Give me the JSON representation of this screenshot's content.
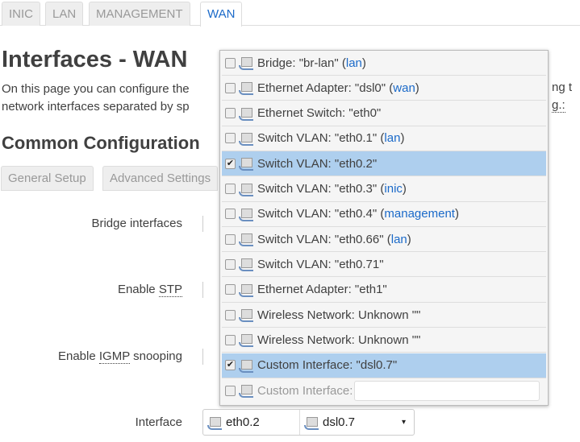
{
  "tabs": [
    "INIC",
    "LAN",
    "MANAGEMENT",
    "WAN"
  ],
  "title": "Interfaces - WAN",
  "description": {
    "line1": "On this page you can configure the",
    "line2": "network interfaces separated by sp",
    "line1_end": "ng t",
    "line2_end": "g.:"
  },
  "section": "Common Configuration",
  "subtabs": [
    "General Setup",
    "Advanced Settings"
  ],
  "labels": {
    "bridge": "Bridge interfaces",
    "stp_pre": "Enable ",
    "stp": "STP",
    "igmp_pre": "Enable ",
    "igmp": "IGMP",
    "igmp_post": " snooping",
    "interface": "Interface"
  },
  "dropdown": [
    {
      "text": "Bridge: \"br-lan\"",
      "net": "lan",
      "checked": false
    },
    {
      "text": "Ethernet Adapter: \"dsl0\"",
      "net": "wan",
      "checked": false
    },
    {
      "text": "Ethernet Switch: \"eth0\"",
      "net": "",
      "checked": false
    },
    {
      "text": "Switch VLAN: \"eth0.1\"",
      "net": "lan",
      "checked": false
    },
    {
      "text": "Switch VLAN: \"eth0.2\"",
      "net": "",
      "checked": true
    },
    {
      "text": "Switch VLAN: \"eth0.3\"",
      "net": "inic",
      "checked": false
    },
    {
      "text": "Switch VLAN: \"eth0.4\"",
      "net": "management",
      "checked": false
    },
    {
      "text": "Switch VLAN: \"eth0.66\"",
      "net": "lan",
      "checked": false
    },
    {
      "text": "Switch VLAN: \"eth0.71\"",
      "net": "",
      "checked": false
    },
    {
      "text": "Ethernet Adapter: \"eth1\"",
      "net": "",
      "checked": false
    },
    {
      "text": "Wireless Network: Unknown \"\"",
      "net": "",
      "checked": false
    },
    {
      "text": "Wireless Network: Unknown \"\"",
      "net": "",
      "checked": false
    },
    {
      "text": "Custom Interface: \"dsl0.7\"",
      "net": "",
      "checked": true
    }
  ],
  "custom_label": "Custom Interface:",
  "custom_value": "",
  "selected": [
    "eth0.2",
    "dsl0.7"
  ],
  "arrow": "▾"
}
